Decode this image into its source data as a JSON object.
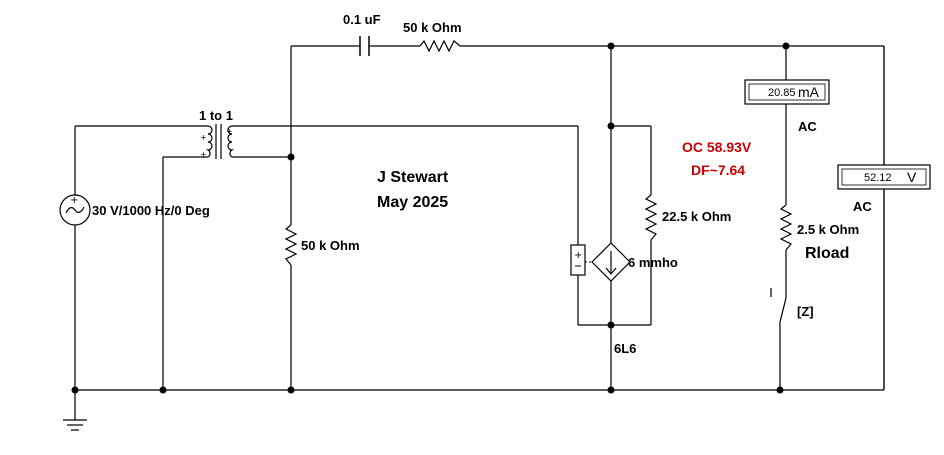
{
  "title": {
    "author": "J Stewart",
    "date": "May 2025"
  },
  "components": {
    "source_label": "30 V/1000 Hz/0 Deg",
    "transformer_label": "1 to 1",
    "capacitor_label": "0.1 uF",
    "series_resistor_label": "50 k Ohm",
    "grid_resistor_label": "50 k Ohm",
    "plate_resistor_label": "22.5 k Ohm",
    "dependent_source_label": "6 mmho",
    "tube_label": "6L6",
    "load_resistor_label": "2.5 k Ohm",
    "load_name": "Rload",
    "switch_key_label": "[Z]"
  },
  "meters": {
    "ammeter": {
      "value": "20.85",
      "unit": "mA",
      "mode": "AC"
    },
    "voltmeter": {
      "value": "52.12",
      "unit": "V",
      "mode": "AC"
    }
  },
  "annotation": {
    "line1": "OC 58.93V",
    "line2": "DF~7.64",
    "color": "#cc0000"
  }
}
